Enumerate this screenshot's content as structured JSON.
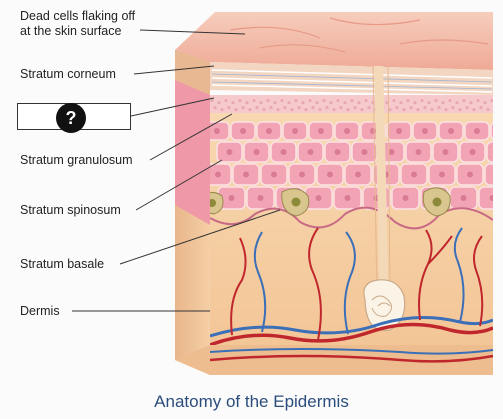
{
  "labels": {
    "dead_cells_line1": "Dead cells flaking  off",
    "dead_cells_line2": "at the skin surface",
    "stratum_corneum": "Stratum corneum",
    "hidden_label_mark": "?",
    "stratum_granulosum": "Stratum granulosum",
    "stratum_spinosum": "Stratum spinosum",
    "stratum_basale": "Stratum basale",
    "dermis": "Dermis"
  },
  "caption": "Anatomy of the Epidermis",
  "colors": {
    "caption": "#2b4d7c",
    "skin_surface": "#f2b8a5",
    "corneum": "#efc9a8",
    "cells": "#f2a4b4",
    "cell_nucleus": "#d97b92",
    "dermis": "#f6d2a8",
    "artery": "#c0272d",
    "vein": "#3b6fb8"
  },
  "icons": [
    "question-mark-icon"
  ]
}
